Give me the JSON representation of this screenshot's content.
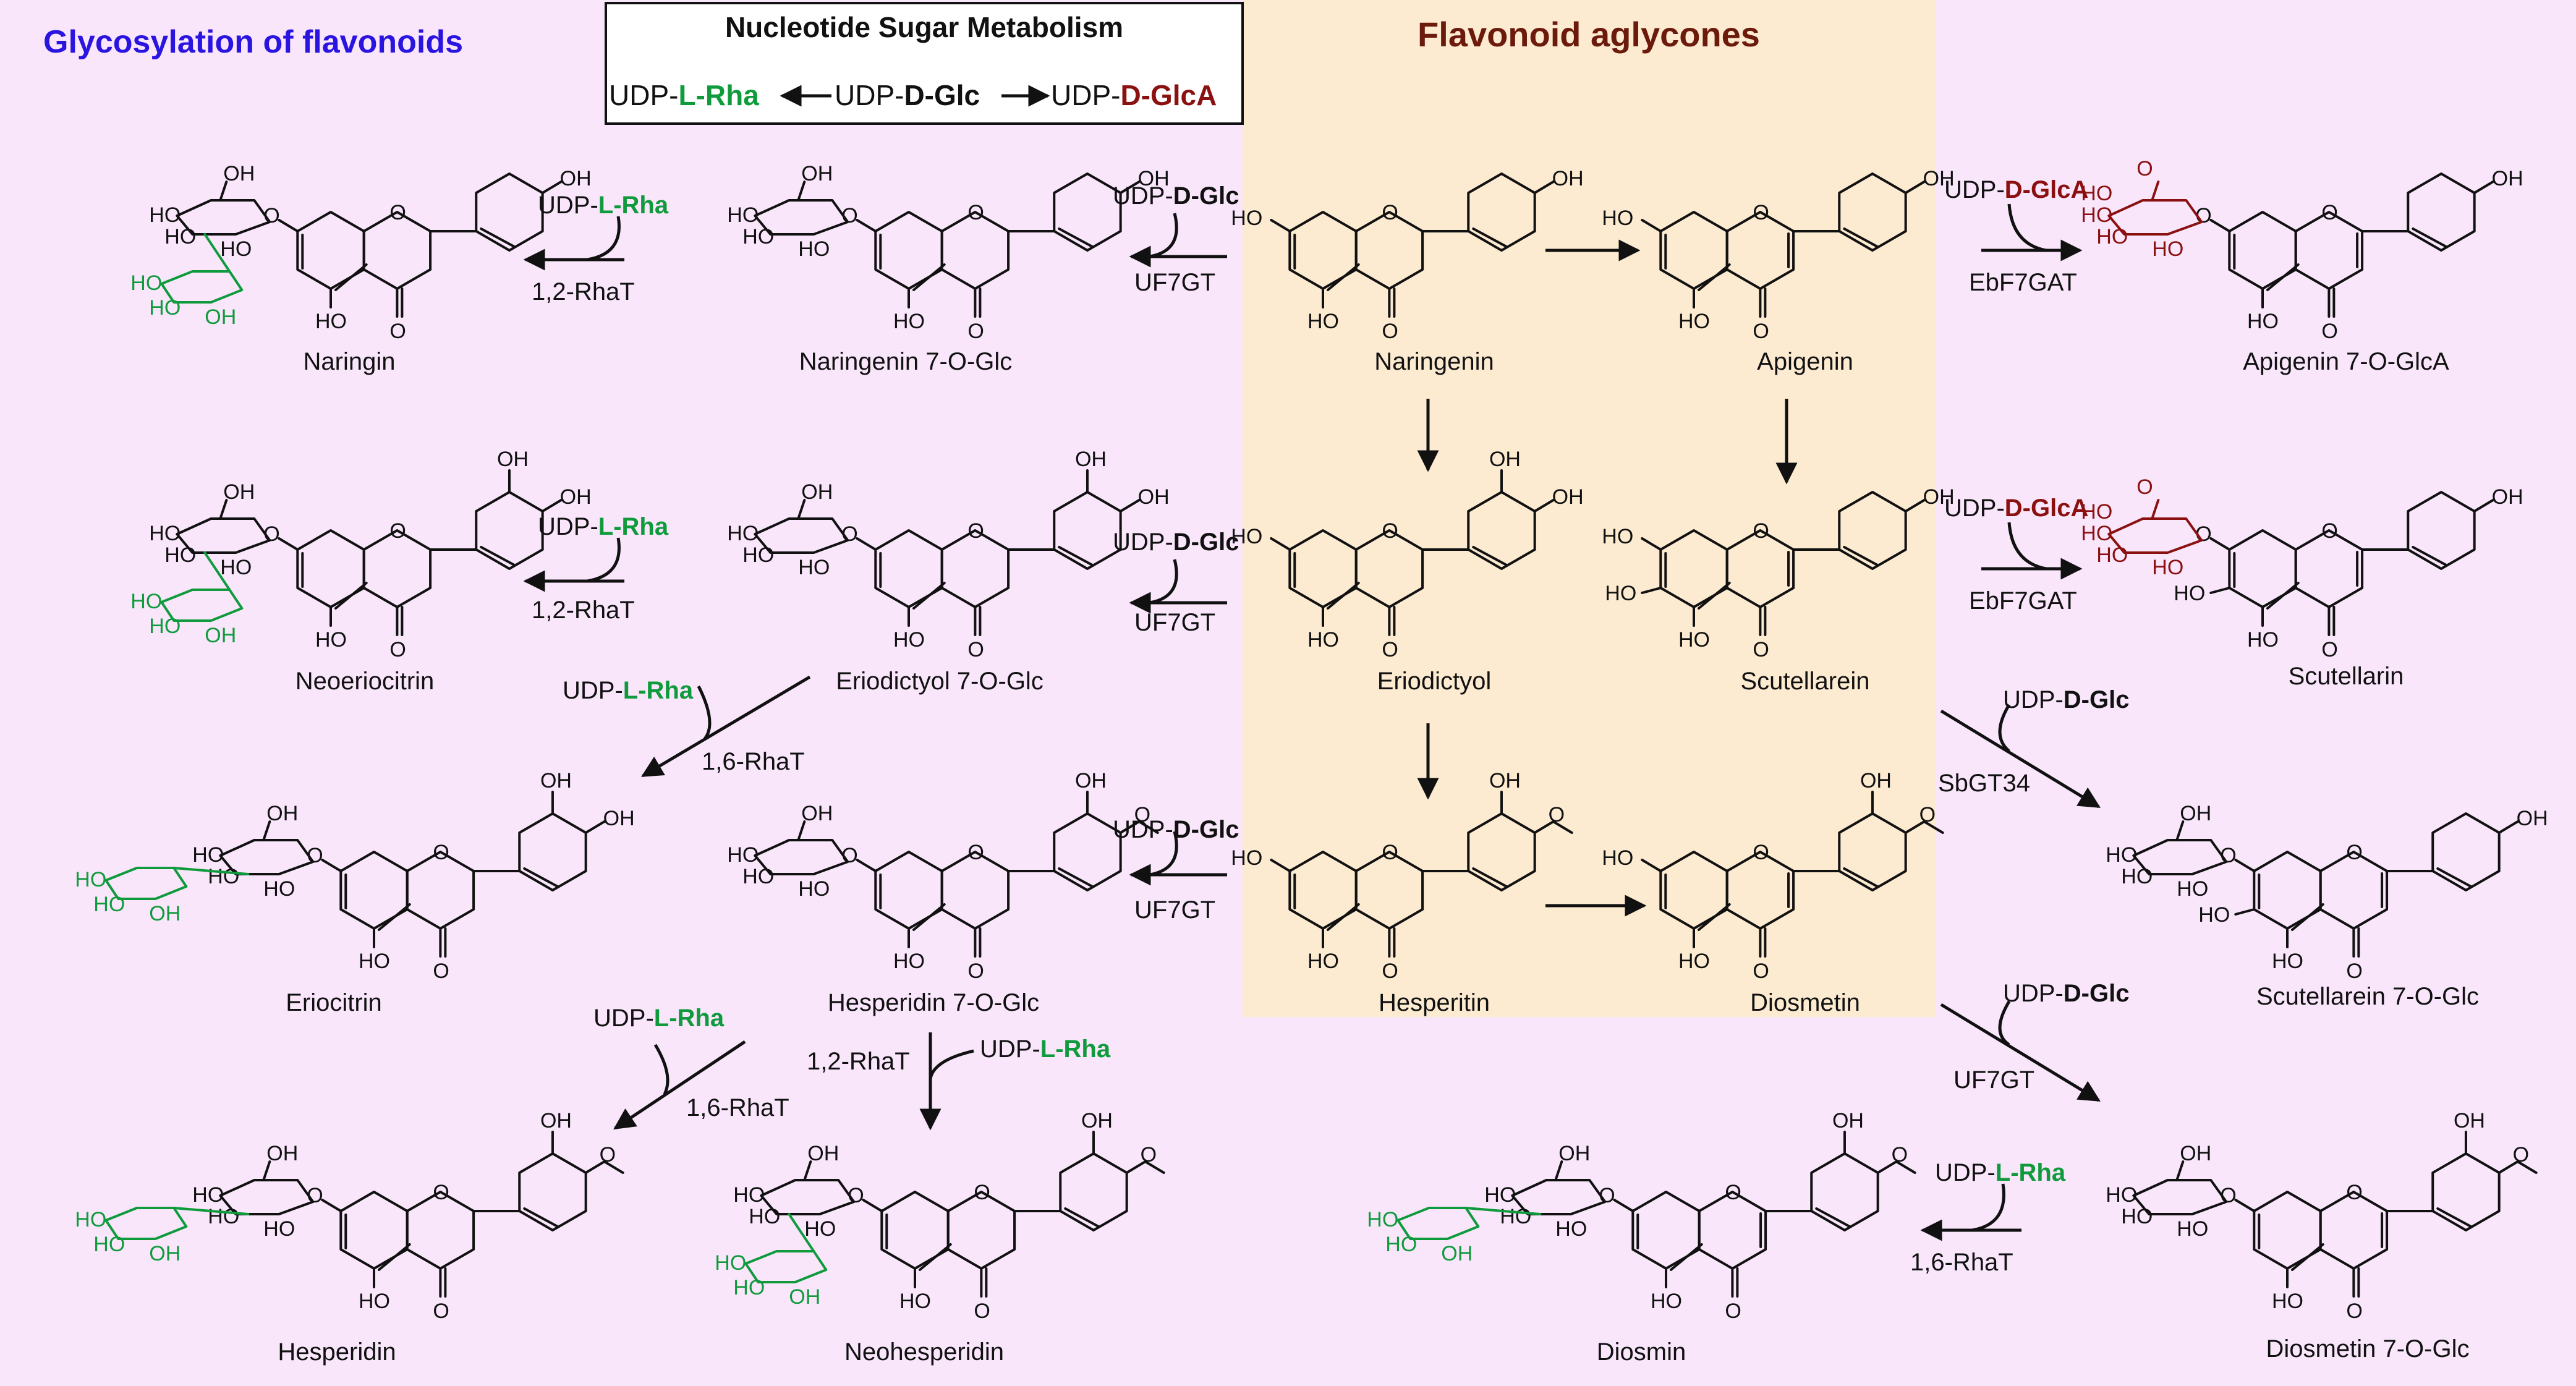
{
  "colors": {
    "background": "#f9e6fb",
    "aglycone_panel": "#fcebd1",
    "title_blue": "#2a14e0",
    "title_brown": "#6b1a0c",
    "rhamnose_green": "#0f9b3c",
    "glcA_red": "#8b1010"
  },
  "titles": {
    "left": "Glycosylation of flavonoids",
    "center": "Flavonoid aglycones",
    "box": "Nucleotide Sugar Metabolism"
  },
  "nsm": {
    "udp_prefix": "UDP-",
    "rha": "L-Rha",
    "glc": "D-Glc",
    "glca": "D-GlcA"
  },
  "compounds": {
    "naringenin": "Naringenin",
    "apigenin": "Apigenin",
    "eriodictyol": "Eriodictyol",
    "scutellarein": "Scutellarein",
    "hesperitin": "Hesperitin",
    "diosmetin": "Diosmetin",
    "naringin": "Naringin",
    "naringenin_glc": "Naringenin 7-O-Glc",
    "neoeriocitrin": "Neoeriocitrin",
    "eriodictyol_glc": "Eriodictyol 7-O-Glc",
    "eriocitrin": "Eriocitrin",
    "hesperidin_glc": "Hesperidin 7-O-Glc",
    "hesperidin": "Hesperidin",
    "neohesperidin": "Neohesperidin",
    "apigenin_glca": "Apigenin 7-O-GlcA",
    "scutellarin": "Scutellarin",
    "scutellarein_glc": "Scutellarein 7-O-Glc",
    "diosmetin_glc": "Diosmetin 7-O-Glc",
    "diosmin": "Diosmin"
  },
  "enzymes": {
    "rhat12": "1,2-RhaT",
    "rhat16": "1,6-RhaT",
    "uf7gt": "UF7GT",
    "ebf7gat": "EbF7GAT",
    "sbgt34": "SbGT34"
  },
  "atoms": {
    "ho": "HO",
    "oh": "OH",
    "o": "O"
  },
  "icons": [
    "flavanone-structure",
    "flavone-structure",
    "glucose-ring",
    "rhamnose-ring",
    "glucuronic-acid-ring",
    "reaction-arrow"
  ]
}
